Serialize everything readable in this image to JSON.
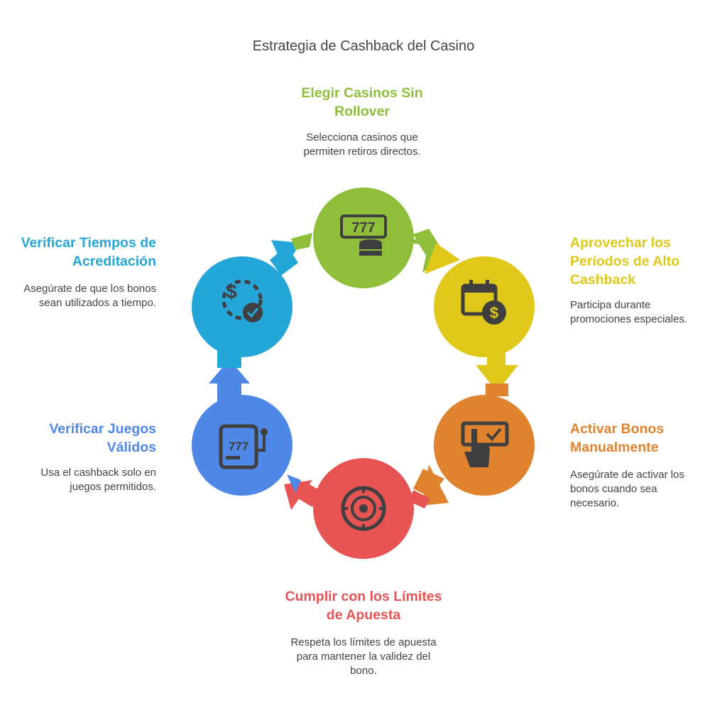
{
  "title": "Estrategia de Cashback del Casino",
  "steps": [
    {
      "title": "Elegir Casinos Sin Rollover",
      "description": "Selecciona casinos que permiten retiros directos.",
      "color": "#8fbf3a",
      "icon": "slot-coins-icon"
    },
    {
      "title": "Aprovechar los Períodos de Alto Cashback",
      "description": "Participa durante promociones especiales.",
      "color": "#e0c81a",
      "icon": "calendar-dollar-icon"
    },
    {
      "title": "Activar Bonos Manualmente",
      "description": "Asegúrate de activar los bonos cuando sea necesario.",
      "color": "#e0832f",
      "icon": "hand-click-check-icon"
    },
    {
      "title": "Cumplir con los Límites de Apuesta",
      "description": "Respeta los límites de apuesta para mantener la validez del bono.",
      "color": "#e65353",
      "icon": "casino-chip-icon"
    },
    {
      "title": "Verificar Juegos Válidos",
      "description": "Usa el cashback solo en juegos permitidos.",
      "color": "#4f87e6",
      "icon": "slot-machine-icon"
    },
    {
      "title": "Verificar Tiempos de Acreditación",
      "description": "Asegúrate de que los bonos sean utilizados a tiempo.",
      "color": "#25a6d9",
      "icon": "dollar-timer-check-icon"
    }
  ]
}
